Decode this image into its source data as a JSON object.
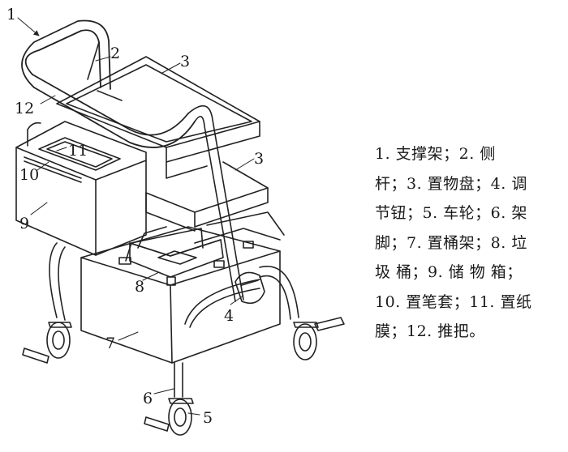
{
  "figure": {
    "assembly_label": "1",
    "parts": [
      {
        "id": "2",
        "label": "2"
      },
      {
        "id": "3a",
        "label": "3"
      },
      {
        "id": "3b",
        "label": "3"
      },
      {
        "id": "4",
        "label": "4"
      },
      {
        "id": "5",
        "label": "5"
      },
      {
        "id": "6",
        "label": "6"
      },
      {
        "id": "7",
        "label": "7"
      },
      {
        "id": "8",
        "label": "8"
      },
      {
        "id": "9",
        "label": "9"
      },
      {
        "id": "10",
        "label": "10"
      },
      {
        "id": "11",
        "label": "11"
      },
      {
        "id": "12",
        "label": "12"
      }
    ]
  },
  "legend": {
    "lines": [
      "1. 支撑架；2. 侧",
      "杆；3. 置物盘；4. 调",
      "节钮；5. 车轮；6. 架",
      "脚；7. 置桶架；8. 垃",
      "圾 桶；9. 储 物 箱；",
      "10. 置笔套；11. 置纸",
      "膜；12. 推把。"
    ]
  },
  "colors": {
    "line": "#222222",
    "background": "#ffffff"
  }
}
